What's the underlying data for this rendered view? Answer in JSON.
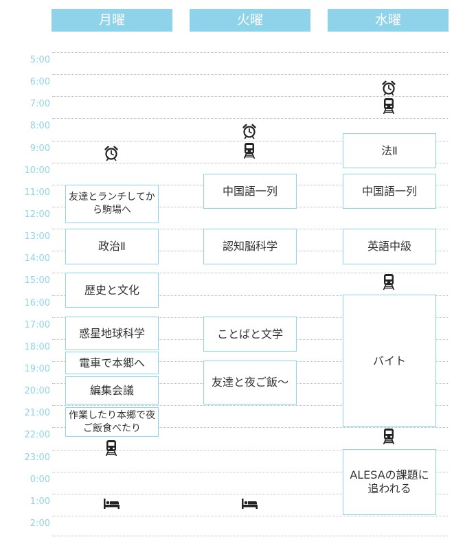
{
  "days": [
    "月曜",
    "火曜",
    "水曜"
  ],
  "times": [
    "5:00",
    "6:00",
    "7:00",
    "8:00",
    "9:00",
    "10:00",
    "11:00",
    "12:00",
    "13:00",
    "14:00",
    "15:00",
    "16:00",
    "17:00",
    "18:00",
    "19:00",
    "20:00",
    "21:00",
    "22:00",
    "23:00",
    "0:00",
    "1:00",
    "2:00"
  ],
  "monday": {
    "lunch": "友達とランチしてから駒場へ",
    "politics": "政治Ⅱ",
    "history": "歴史と文化",
    "planetary": "惑星地球科学",
    "train_hongo": "電車で本郷へ",
    "editing": "編集会議",
    "work_dinner": "作業したり本郷で夜ご飯食べたり"
  },
  "tuesday": {
    "chinese": "中国語一列",
    "cognitive": "認知脳科学",
    "words_lit": "ことばと文学",
    "friends_dinner": "友達と夜ご飯〜"
  },
  "wednesday": {
    "law": "法Ⅱ",
    "chinese": "中国語一列",
    "english": "英語中級",
    "part_time": "バイト",
    "alesa": "ALESAの課題に追われる"
  },
  "icons": [
    "alarm-clock-icon",
    "train-icon",
    "bed-icon"
  ],
  "colors": {
    "accent": "#8fd3ea",
    "text": "#333333",
    "icon": "#222222"
  }
}
